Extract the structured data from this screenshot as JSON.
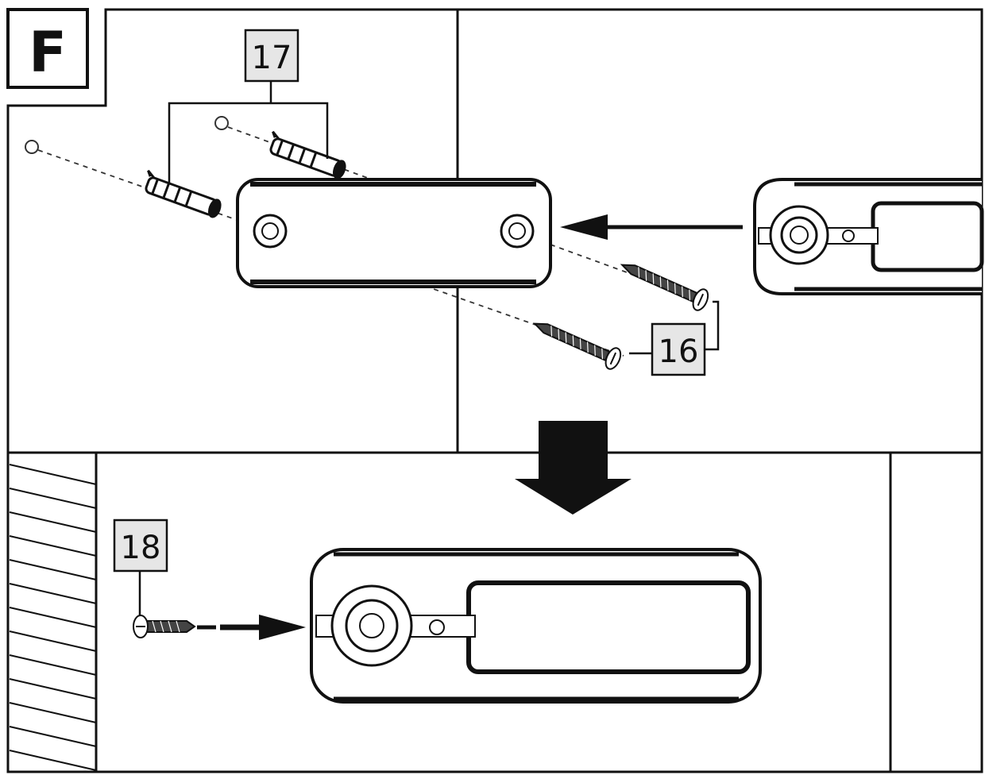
{
  "step": {
    "letter": "F"
  },
  "callouts": {
    "wall_plugs": "17",
    "screws": "16",
    "fixing_screw": "18"
  },
  "colors": {
    "line": "#111111",
    "label_fill": "#e6e6e6",
    "background": "#ffffff"
  },
  "icons": {
    "move_arrow": "arrow-left-icon",
    "next_step_arrow": "arrow-down-icon",
    "insert_arrow": "arrow-right-icon"
  }
}
